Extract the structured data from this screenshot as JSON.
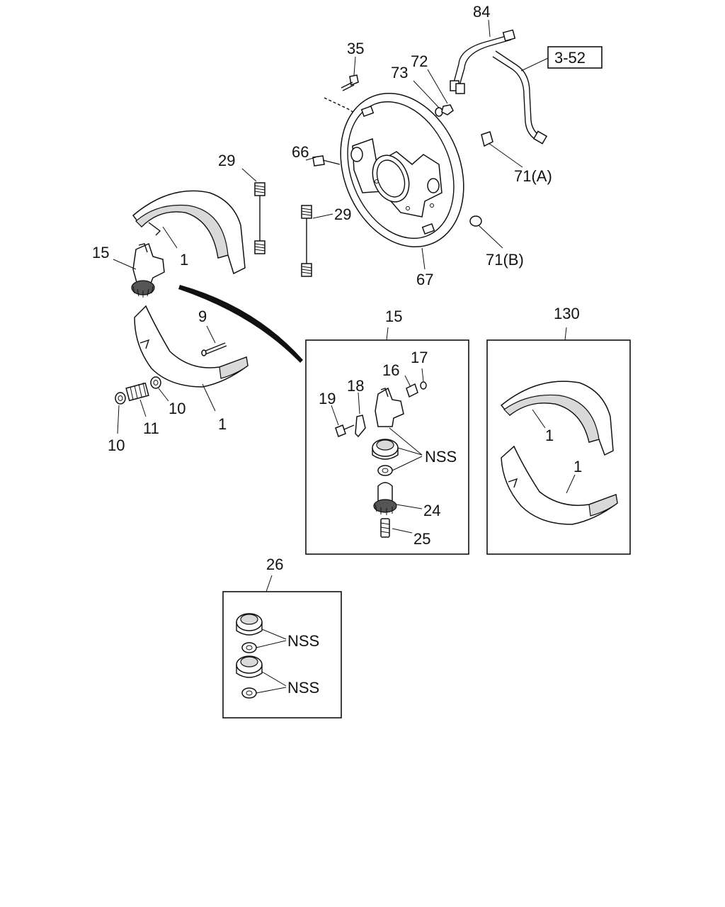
{
  "callouts": {
    "c84": "84",
    "ref_3_52": "3-52",
    "c35": "35",
    "c73": "73",
    "c72": "72",
    "c66": "66",
    "c71a": "71(A)",
    "c29_left": "29",
    "c29_right": "29",
    "c71b": "71(B)",
    "c67": "67",
    "c15_main": "15",
    "c1_upper": "1",
    "c9": "9",
    "c10_right": "10",
    "c11": "11",
    "c10_left": "10",
    "c1_lower": "1",
    "c15_box": "15",
    "c17": "17",
    "c16": "16",
    "c18": "18",
    "c19": "19",
    "nss_15": "NSS",
    "c24": "24",
    "c25": "25",
    "c130": "130",
    "c1_box_upper": "1",
    "c1_box_lower": "1",
    "c26": "26",
    "nss_26_a": "NSS",
    "nss_26_b": "NSS"
  }
}
